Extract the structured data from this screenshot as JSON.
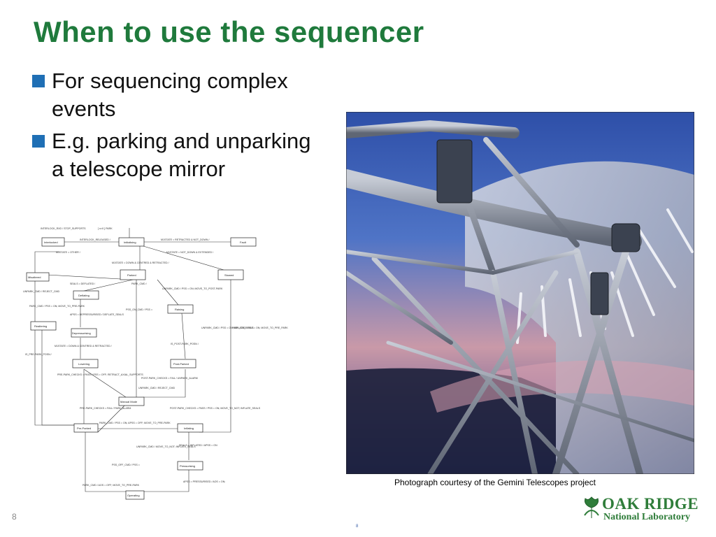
{
  "slide": {
    "title": "When to use the sequencer",
    "bullets": [
      "For sequencing complex events",
      "E.g. parking and unparking a telescope mirror"
    ],
    "caption": "Photograph courtesy of the Gemini Telescopes project",
    "slide_number": "8",
    "page_number": "8"
  },
  "logo": {
    "line1": "OAK RIDGE",
    "line2": "National Laboratory"
  },
  "colors": {
    "title": "#1f7a3c",
    "bullet": "#1f6fb5",
    "logo": "#2f7d3a"
  },
  "diagram": {
    "states": {
      "interlocked": "Interlocked",
      "initialising": "Initialising",
      "fault": "Fault",
      "misaltered": "Misaltered",
      "parked": "Parked",
      "stowed": "Stowed",
      "deflating": "Deflating",
      "raising": "Raising",
      "realtering": "Realtering",
      "depressurising": "Depressurising",
      "lowering": "Lowering",
      "post_parked": "Post-Parked",
      "manual_mode": "Manual Mode",
      "pre_parked": "Pre-Parked",
      "inflating": "Inflating",
      "pressurising": "Pressurising",
      "operating": "Operating"
    },
    "labels": {
      "t1": "INTERLOCK_RXD / STOP_SUPPORTS",
      "t2": "[ n>0 ] PARK",
      "t3": "INTERLOCK_RELEASED /",
      "t4": "M1STATE = RETRACTED & NOT_DOWN /",
      "t5": "M1STATE = OTHER /",
      "t6": "M1STATE = NOT_DOWN & EXTENDED /",
      "t7": "M1STATE = DOWN & CENTRED & RETRACTED /",
      "t8": "SEALS = DEFLATED /",
      "t9": "PARK_CMD /",
      "t10": "UNPARK_CMD / REJECT_CMD",
      "t11": "UNPARK_CMD / PSS = ON; MOVE_TO_POST-PARK",
      "t12": "PARK_CMD / PSS = ON; MOVE_TO_PRE-PARK",
      "t13": "PSS_ON_CMD / PSS =",
      "t14": "APSS = DEPRESSURISED / DEFLATE_SEALS",
      "t15": "UNPARK_CMD / PSS = ON; INFLATE_SEALS",
      "t16": "PARK_CMD / PSS = ON; MOVE_TO_PRE_PARK",
      "t17": "IS_POST-PARK_POSN /",
      "t18": "M1STATE = DOWN & CENTRED & RETRACTED /",
      "t19": "IS_PRE-PARK_POSN /",
      "t20": "PRE-PARK_CHECKS = PASS / PSS = OFF; RETRACT_AXIAL_SUPPORTS",
      "t21": "POST-PARK_CHECKS = FAIL / UNPARK_ALARM",
      "t22": "UNPARK_CMD / REJECT_CMD",
      "t23": "PRE-PARK_CHECKS = FAIL / PARK_ALARM",
      "t24": "POST-PARK_CHECKS = PASS / PSS = ON; MOVE_TO_NOT; INFLATE_SEALS",
      "t25": "PARK_CMD / PSS = ON; APSS = OFF; MOVE_TO_PRE-PARK",
      "t26": "UNPARK_CMD / MOVE_TO_NOT; INFLATE_SEALS",
      "t27": "SEALS = INFLATED / APSS = ON",
      "t28": "PSS_OFF_CMD / PSS =",
      "t29": "APSS = PRESSURISED / AOS = ON;",
      "t30": "PARK_CMD / AOS = OFF; MOVE_TO_PRE-PARK"
    }
  }
}
